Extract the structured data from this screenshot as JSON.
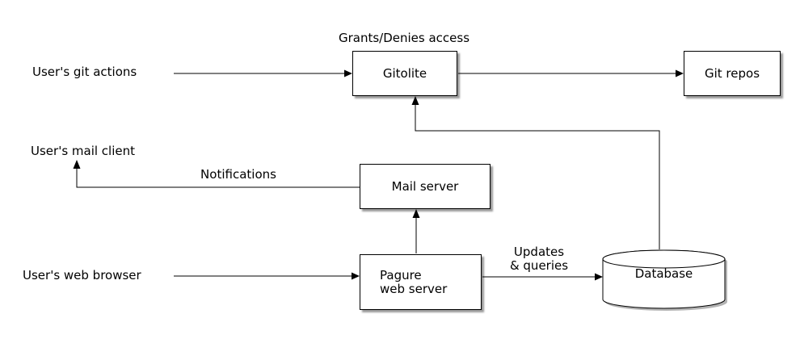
{
  "diagram": {
    "title_hint": "Pagure architecture diagram",
    "colors": {
      "background": "#ffffff",
      "line": "#000000",
      "node_fill": "#ffffff",
      "shadow": "#999999"
    },
    "nodes": {
      "gitolite": {
        "label": "Gitolite",
        "shape": "box"
      },
      "git_repos": {
        "label": "Git repos",
        "shape": "box"
      },
      "mail_server": {
        "label": "Mail server",
        "shape": "box"
      },
      "pagure": {
        "label_line1": "Pagure",
        "label_line2": "web server",
        "shape": "box"
      },
      "database": {
        "label": "Database",
        "shape": "cylinder"
      }
    },
    "external_labels": {
      "git_actions": "User's git actions",
      "mail_client": "User's mail client",
      "web_browser": "User's web browser"
    },
    "edge_labels": {
      "grants": "Grants/Denies access",
      "notifications": "Notifications",
      "updates_line1": "Updates",
      "updates_line2": "& queries"
    },
    "edges": [
      {
        "from": "users-git-actions",
        "to": "gitolite"
      },
      {
        "from": "gitolite",
        "to": "git-repos"
      },
      {
        "from": "database",
        "to": "gitolite"
      },
      {
        "from": "mail-server",
        "to": "users-mail-client"
      },
      {
        "from": "pagure-web-server",
        "to": "mail-server"
      },
      {
        "from": "users-web-browser",
        "to": "pagure-web-server"
      },
      {
        "from": "pagure-web-server",
        "to": "database"
      }
    ]
  }
}
